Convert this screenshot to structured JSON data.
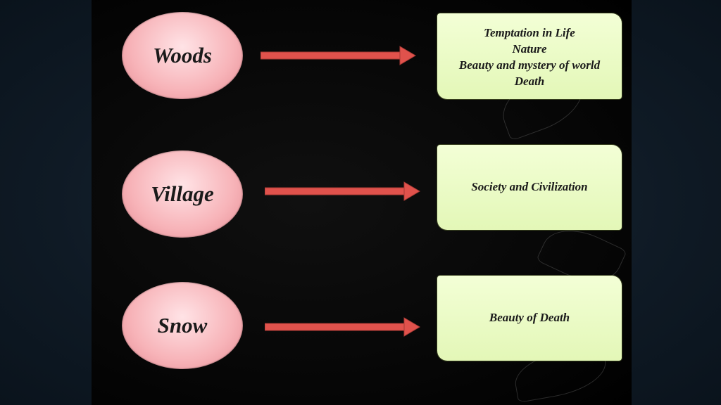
{
  "rows": [
    {
      "label": "Woods",
      "meanings": [
        "Temptation in Life",
        "Nature",
        "Beauty and mystery of world",
        "Death"
      ]
    },
    {
      "label": "Village",
      "meanings": [
        "Society and Civilization"
      ]
    },
    {
      "label": "Snow",
      "meanings": [
        "Beauty of Death"
      ]
    }
  ],
  "colors": {
    "ellipse_fill": "#f7b3b8",
    "arrow_fill": "#e0524c",
    "box_fill": "#e8f9c4",
    "slide_background": "#000000"
  }
}
